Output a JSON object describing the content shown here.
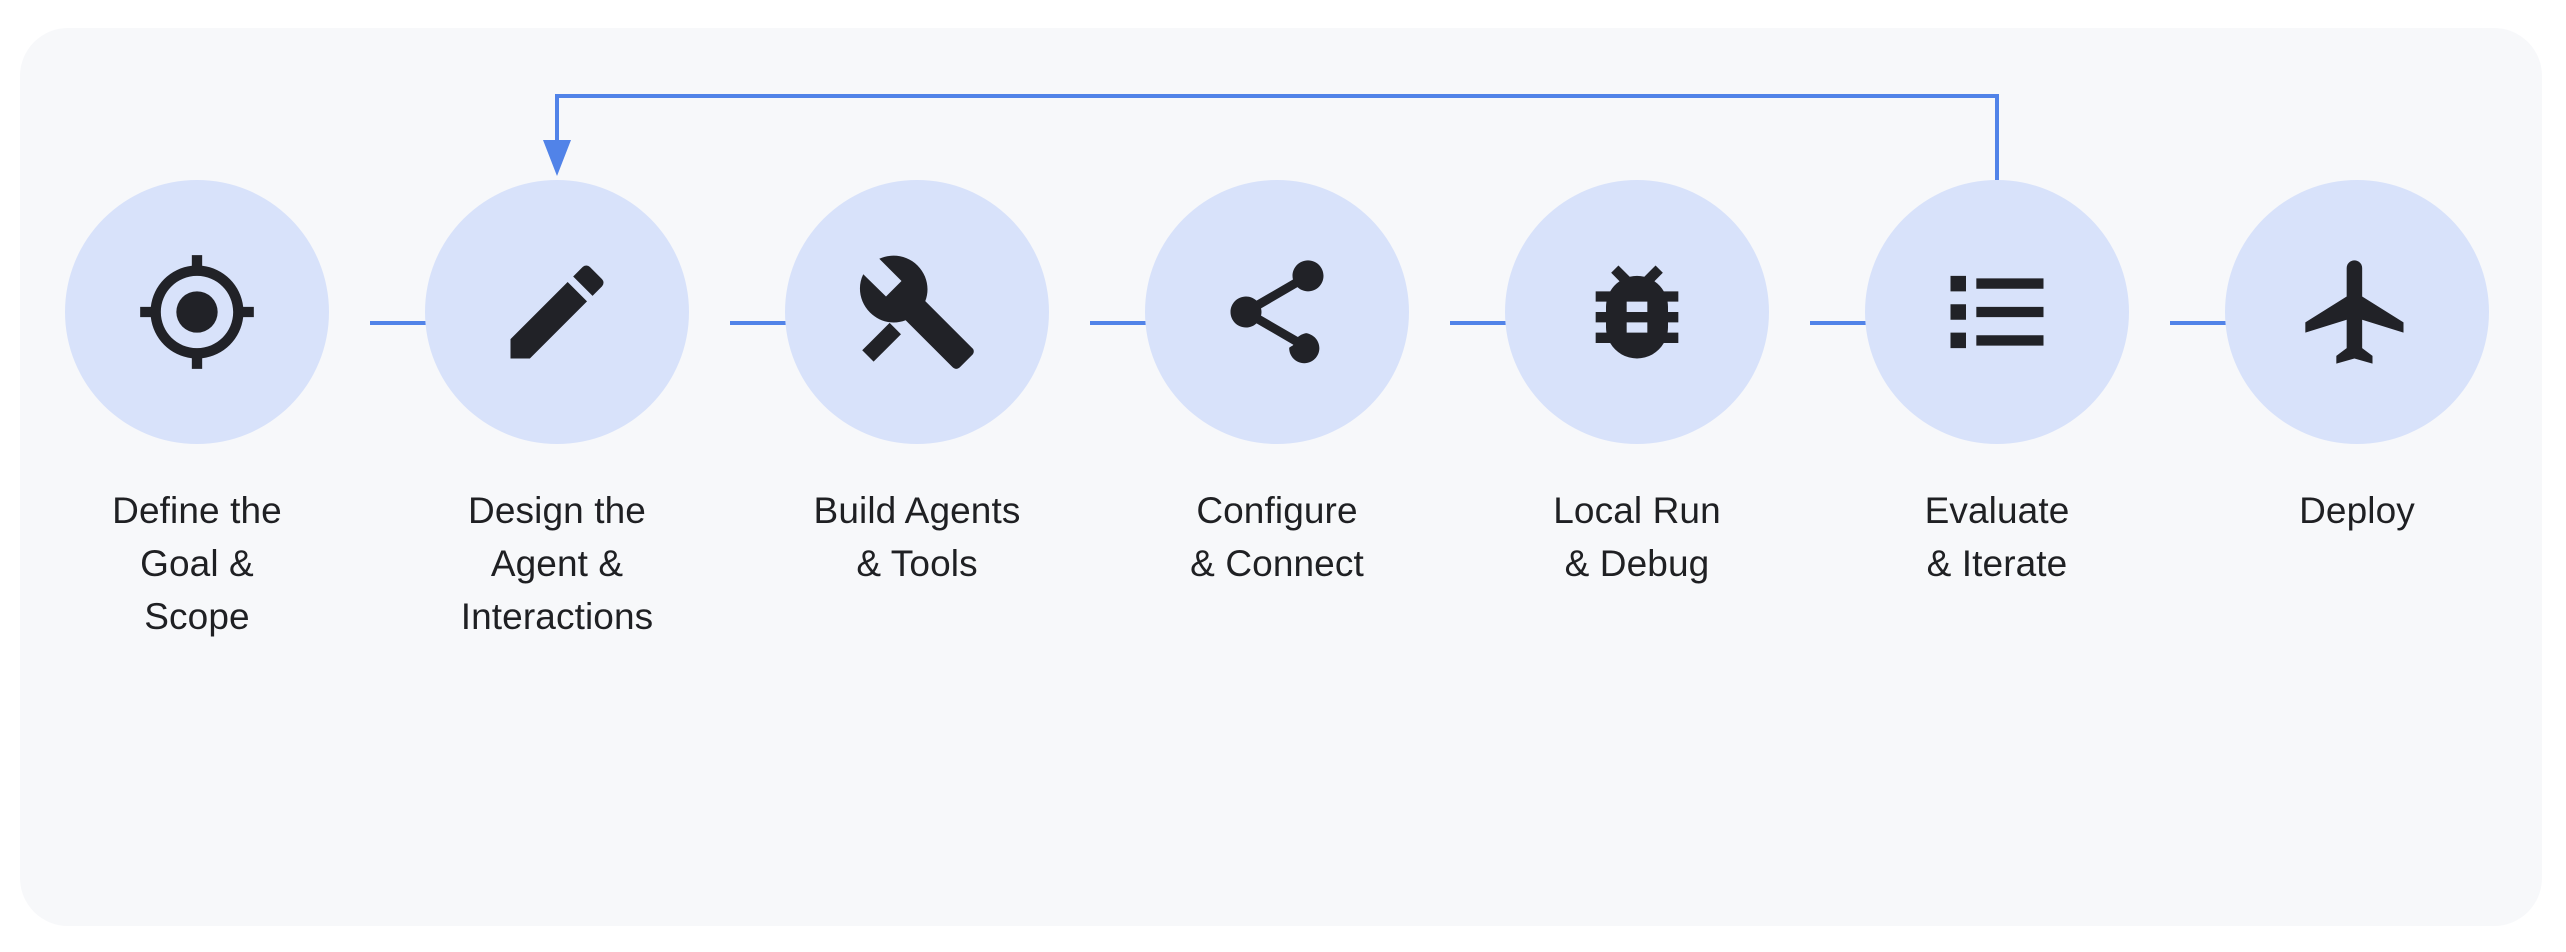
{
  "diagram": {
    "type": "process-flow",
    "title": "",
    "background_color": "#ffffff",
    "panel_color": "#f7f8fa",
    "circle_color": "#d8e2fa",
    "icon_color": "#212227",
    "arrow_color": "#5183e8",
    "label_color": "#1f2023",
    "steps": [
      {
        "index": 1,
        "icon": "target-icon",
        "label": "Define the\nGoal &\nScope"
      },
      {
        "index": 2,
        "icon": "pencil-icon",
        "label": "Design the\nAgent &\nInteractions"
      },
      {
        "index": 3,
        "icon": "tools-icon",
        "label": "Build Agents\n& Tools"
      },
      {
        "index": 4,
        "icon": "share-icon",
        "label": "Configure\n& Connect"
      },
      {
        "index": 5,
        "icon": "bug-icon",
        "label": "Local Run\n& Debug"
      },
      {
        "index": 6,
        "icon": "list-icon",
        "label": "Evaluate\n& Iterate"
      },
      {
        "index": 7,
        "icon": "airplane-icon",
        "label": "Deploy"
      }
    ],
    "connectors": [
      {
        "from": 1,
        "to": 2,
        "icon": "arrow-right-icon"
      },
      {
        "from": 2,
        "to": 3,
        "icon": "arrow-right-icon"
      },
      {
        "from": 3,
        "to": 4,
        "icon": "arrow-right-icon"
      },
      {
        "from": 4,
        "to": 5,
        "icon": "arrow-right-icon"
      },
      {
        "from": 5,
        "to": 6,
        "icon": "arrow-right-icon"
      },
      {
        "from": 6,
        "to": 7,
        "icon": "arrow-right-icon"
      }
    ],
    "feedback_loop": {
      "from": 6,
      "to": 2,
      "icon": "arrow-down-icon",
      "label": ""
    }
  }
}
